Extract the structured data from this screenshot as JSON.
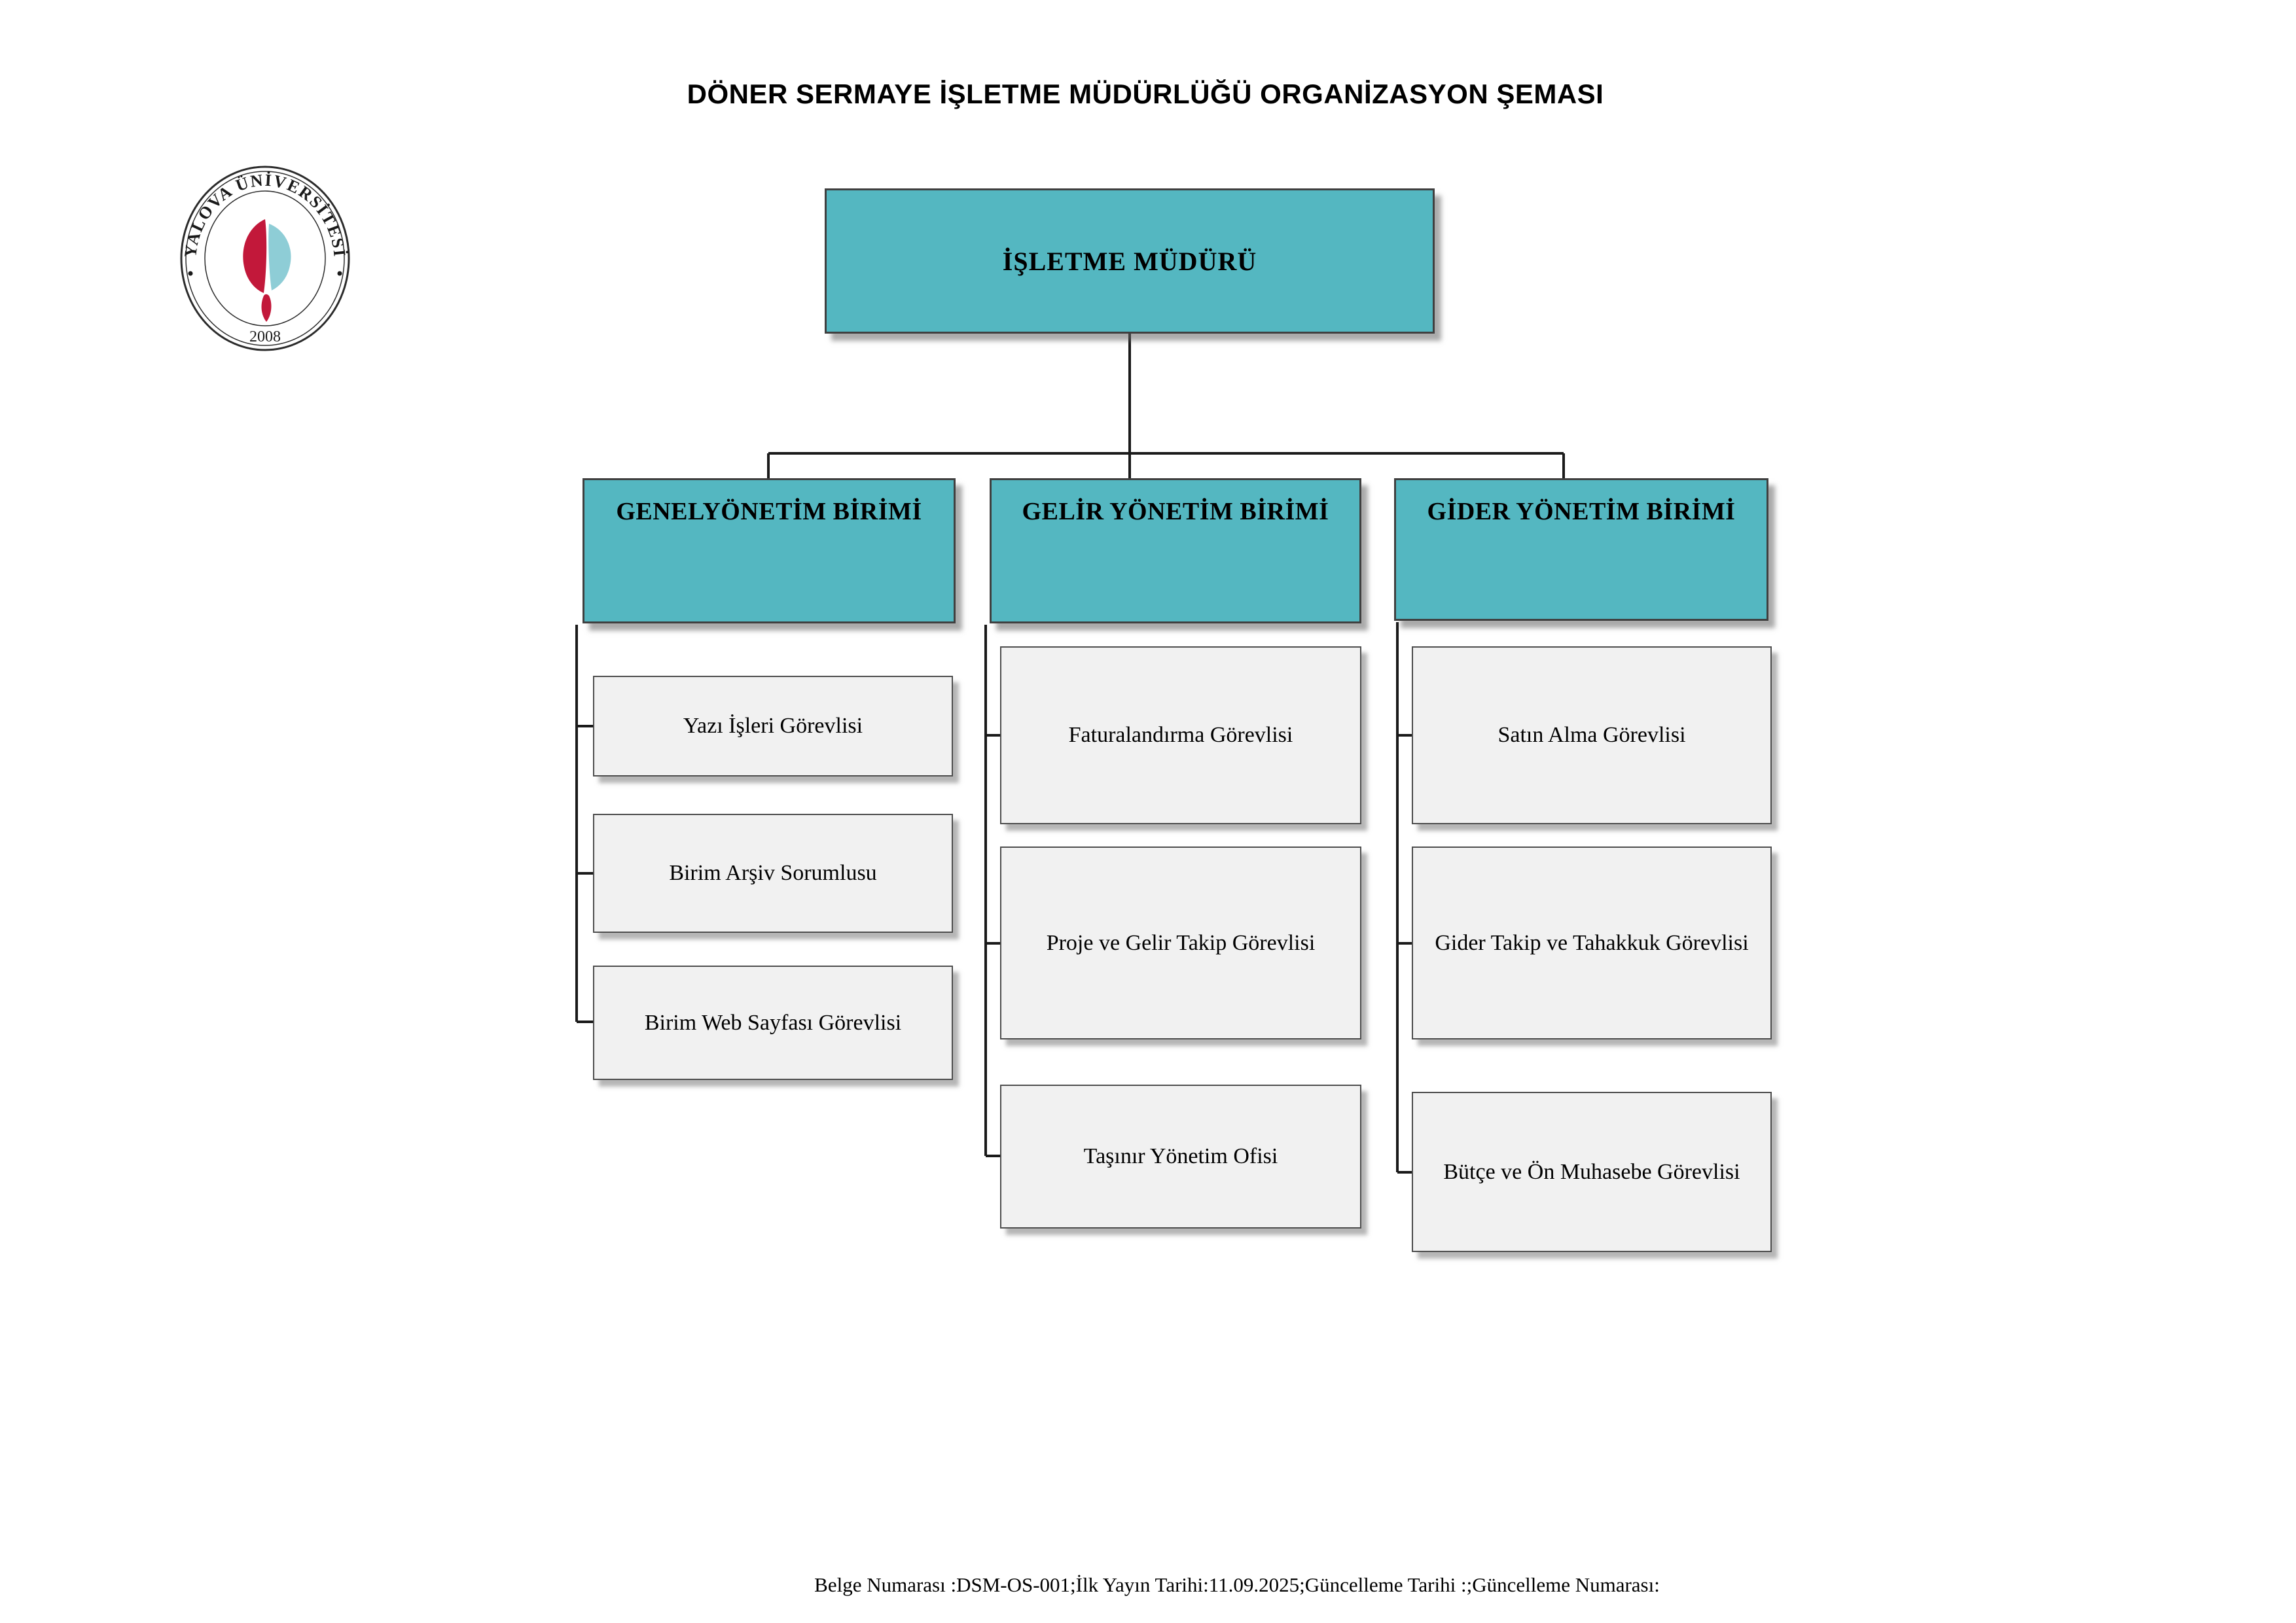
{
  "title": "DÖNER SERMAYE İŞLETME MÜDÜRLÜĞÜ ORGANİZASYON ŞEMASI",
  "logo": {
    "university": "YALOVA ÜNİVERSİTESİ",
    "year": "2008"
  },
  "root": {
    "label": "İŞLETME MÜDÜRÜ"
  },
  "columns": [
    {
      "header": "GENELYÖNETİM BİRİMİ",
      "children": [
        "Yazı İşleri Görevlisi",
        "Birim Arşiv Sorumlusu",
        "Birim Web Sayfası Görevlisi"
      ]
    },
    {
      "header": "GELİR YÖNETİM BİRİMİ",
      "children": [
        "Faturalandırma Görevlisi",
        "Proje ve Gelir Takip Görevlisi",
        "Taşınır Yönetim Ofisi"
      ]
    },
    {
      "header": "GİDER YÖNETİM BİRİMİ",
      "children": [
        "Satın Alma Görevlisi",
        "Gider Takip ve Tahakkuk Görevlisi",
        "Bütçe ve Ön Muhasebe Görevlisi"
      ]
    }
  ],
  "footer": "Belge Numarası :DSM-OS-001;İlk Yayın Tarihi:11.09.2025;Güncelleme Tarihi :;Güncelleme Numarası:",
  "colors": {
    "teal": "#54b7c1",
    "child_bg": "#f1f1f1",
    "line": "#1a1a1a",
    "logo_crimson": "#c2183a",
    "logo_teal": "#8ecdd6"
  }
}
